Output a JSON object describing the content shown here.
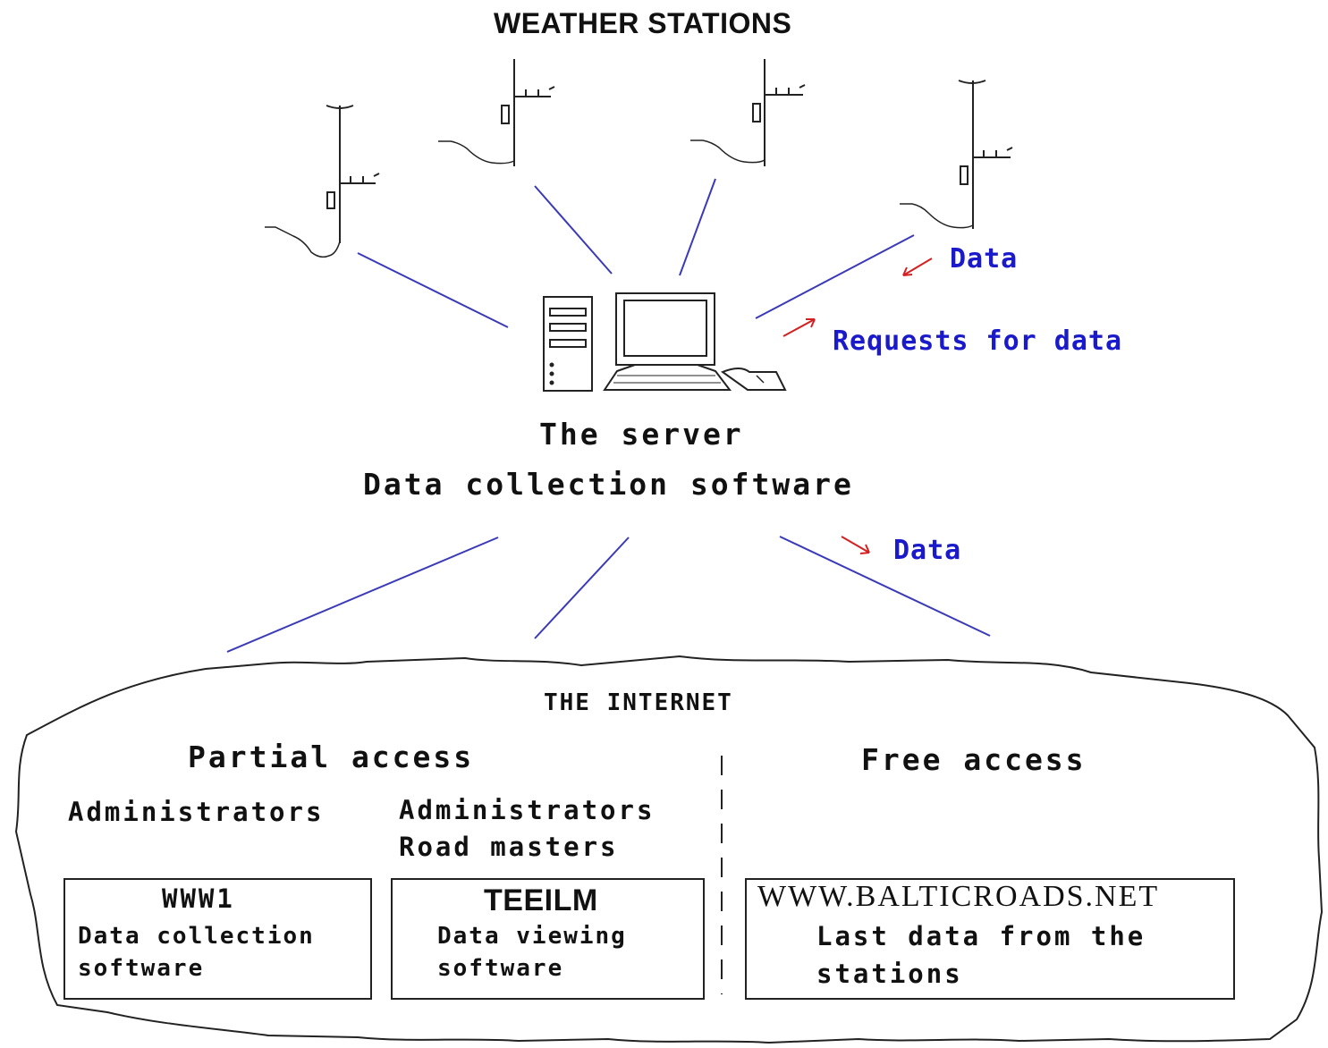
{
  "title": "WEATHER STATIONS",
  "server": {
    "line1": "The server",
    "line2": "Data collection software"
  },
  "flow_labels": {
    "data_in": "Data",
    "requests": "Requests for data",
    "data_out": "Data"
  },
  "internet": {
    "title": "THE INTERNET",
    "partial_access": "Partial access",
    "free_access": "Free access",
    "col1_users": "Administrators",
    "col2_users_line1": "Administrators",
    "col2_users_line2": "Road masters"
  },
  "boxes": {
    "www1": {
      "title": "WWW1",
      "line1": "Data collection",
      "line2": "software"
    },
    "teeilm": {
      "title": "TEEILM",
      "line1": "Data viewing",
      "line2": "software"
    },
    "balticroads": {
      "title": "WWW.BALTICROADS.NET",
      "line1": "Last data from the",
      "line2": "stations"
    }
  },
  "colors": {
    "link_blue": "#3a3ab8",
    "label_blue": "#1a1acb",
    "arrow_red": "#d42020"
  }
}
